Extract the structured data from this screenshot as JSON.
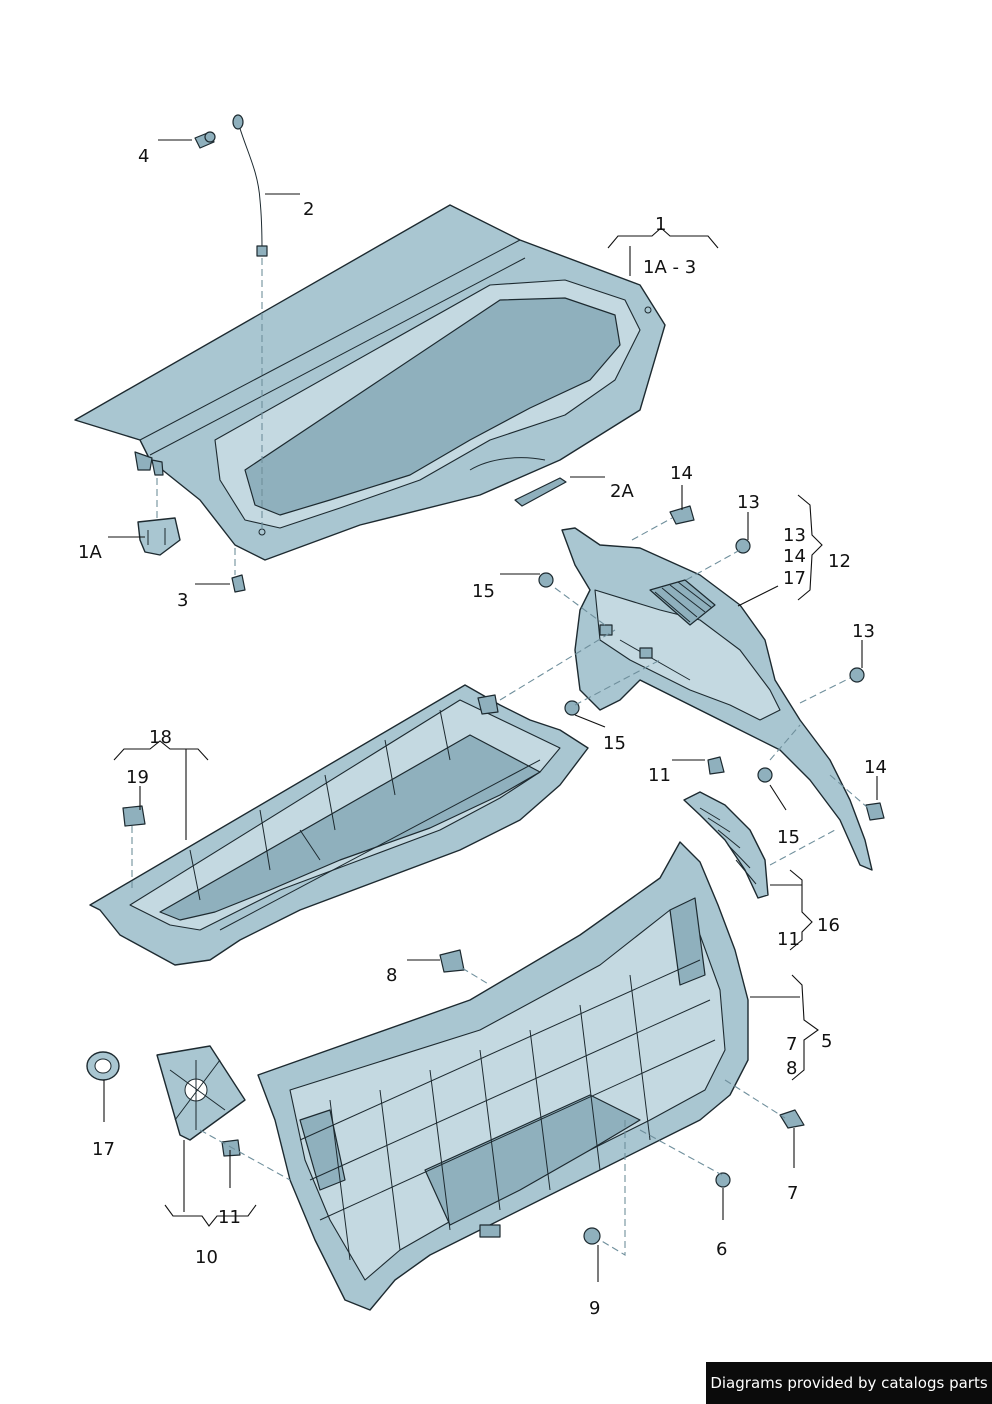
{
  "labels": {
    "l1": "1",
    "l1a3": "1A - 3",
    "l2": "2",
    "l4": "4",
    "l1a": "1A",
    "l3": "3",
    "l2a": "2A",
    "l14a": "14",
    "l13a": "13",
    "l12g_13": "13",
    "l12g_14": "14",
    "l12g_17": "17",
    "l12": "12",
    "l15a": "15",
    "l15b": "15",
    "l13b": "13",
    "l18": "18",
    "l19": "19",
    "l11a": "11",
    "l14b": "14",
    "l15c": "15",
    "l16": "16",
    "l16g_11": "11",
    "l8a": "8",
    "l5": "5",
    "l5g_7": "7",
    "l5g_8": "8",
    "l17": "17",
    "l7": "7",
    "l6": "6",
    "l11b": "11",
    "l10": "10",
    "l9": "9"
  },
  "footer": {
    "text": "Diagrams provided by catalogs parts"
  }
}
